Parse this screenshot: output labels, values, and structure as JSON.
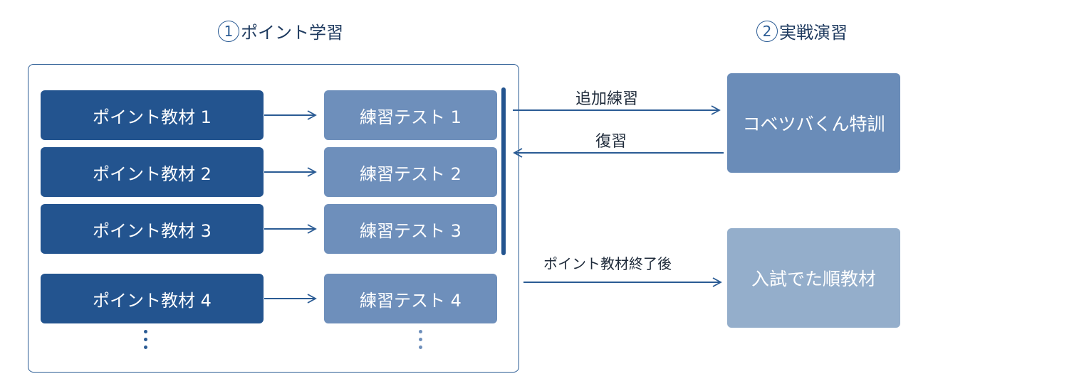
{
  "point_learning": {
    "number": "1",
    "title": "ポイント学習",
    "materials": [
      "ポイント教材 1",
      "ポイント教材 2",
      "ポイント教材 3",
      "ポイント教材 4"
    ],
    "tests": [
      "練習テスト 1",
      "練習テスト 2",
      "練習テスト 3",
      "練習テスト 4"
    ]
  },
  "practical_practice": {
    "number": "2",
    "title": "実戦演習",
    "special_training": "コベツバくん特訓",
    "exam_material": "入試でた順教材"
  },
  "edges": {
    "additional_practice": "追加練習",
    "review": "復習",
    "after_point_material": "ポイント教材終了後"
  },
  "colors": {
    "material_box": "#23548f",
    "test_box": "#6e8fbb",
    "special_box": "#6a8cb8",
    "exam_box": "#94aecb",
    "line": "#2a5b94"
  }
}
